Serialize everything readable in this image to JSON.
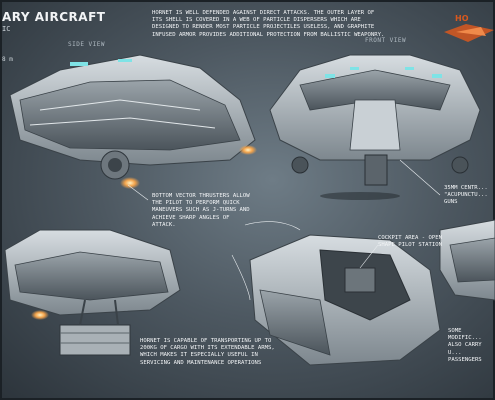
{
  "header": {
    "title": "ARY AIRCRAFT",
    "subtitle": "IC",
    "logo_text": "HO"
  },
  "views": {
    "side": "SIDE VIEW",
    "front": "FRONT VIEW"
  },
  "scale_label": "8 m",
  "notes": {
    "armor": "HORNET IS WELL DEFENDED AGAINST DIRECT ATTACKS. THE OUTER LAYER OF ITS SHELL IS COVERED IN A WEB OF PARTICLE DISPERSERS WHICH ARE DESIGNED TO RENDER MOST PARTICLE PROJECTILES USELESS, AND GRAPHITE INFUSED ARMOR PROVIDES ADDITIONAL PROTECTION FROM BALLISTIC WEAPONRY.",
    "thrusters": "BOTTOM VECTOR THRUSTERS ALLOW THE PILOT TO PERFORM QUICK MANEUVERS SUCH AS J-TURNS AND ACHIEVE SHARP ANGLES OF ATTACK.",
    "cannon": "35MM CENTR... \"ACUPUNCTU... GUNS",
    "cockpit": "COCKPIT AREA - OPEN SHAPE PILOT STATION",
    "cargo": "HORNET IS CAPABLE OF TRANSPORTING UP TO 200KG OF CARGO WITH ITS EXTENDABLE ARMS, WHICH MAKES IT ESPECIALLY USEFUL IN SERVICING AND MAINTENANCE OPERATIONS",
    "passengers": "SOME MODIFIC... ALSO CARRY U... PASSENGERS"
  },
  "colors": {
    "accent": "#d8581e",
    "glow": "#7fe3e6",
    "hull": "#bfc6cb"
  }
}
